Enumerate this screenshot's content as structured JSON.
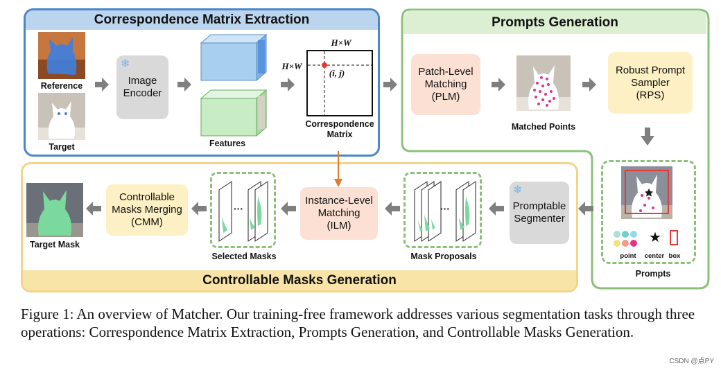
{
  "panels": {
    "cme": {
      "title": "Correspondence Matrix Extraction",
      "color": "#4a86c8",
      "header_bg": "#bcd5ee"
    },
    "pg": {
      "title": "Prompts Generation",
      "color": "#8cc07a",
      "header_bg": "#dcefd3"
    },
    "cmg": {
      "title": "Controllable Masks Generation",
      "color": "#f3d48a",
      "header_bg": "#f8e4a6"
    }
  },
  "images": {
    "reference": "Reference",
    "target": "Target"
  },
  "boxes": {
    "image_encoder": "Image\nEncoder",
    "plm": "Patch-Level\nMatching\n(PLM)",
    "rps": "Robust Prompt\nSampler\n(RPS)",
    "ilm": "Instance-Level\nMatching\n(ILM)",
    "cmm": "Controllable\nMasks Merging\n(CMM)",
    "segmenter": "Promptable\nSegmenter"
  },
  "labels": {
    "features": "Features",
    "corr_matrix": "Correspondence\nMatrix",
    "matched_points": "Matched Points",
    "prompts": "Prompts",
    "mask_proposals": "Mask Proposals",
    "selected_masks": "Selected Masks",
    "target_mask": "Target Mask",
    "hw_top": "H×W",
    "hw_left": "H×W",
    "ij": "(i, j)",
    "ellipsis": "···",
    "legend_point": "point",
    "legend_center": "center",
    "legend_box": "box"
  },
  "caption": "Figure 1: An overview of Matcher. Our training-free framework addresses various segmentation tasks through three operations: Correspondence Matrix Extraction, Prompts Generation, and Controllable Masks Generation.",
  "watermark": "CSDN @点PY",
  "colors": {
    "encoder_bg": "#d9d9d9",
    "match_bg": "#fbe0d3",
    "merge_bg": "#fdf0c4",
    "arrow": "#7f7f7f",
    "orange_arrow": "#e07b2a",
    "blue_cube": "#a9cfee",
    "green_cube": "#c8ecc4",
    "mask_green": "#7bd99e"
  }
}
